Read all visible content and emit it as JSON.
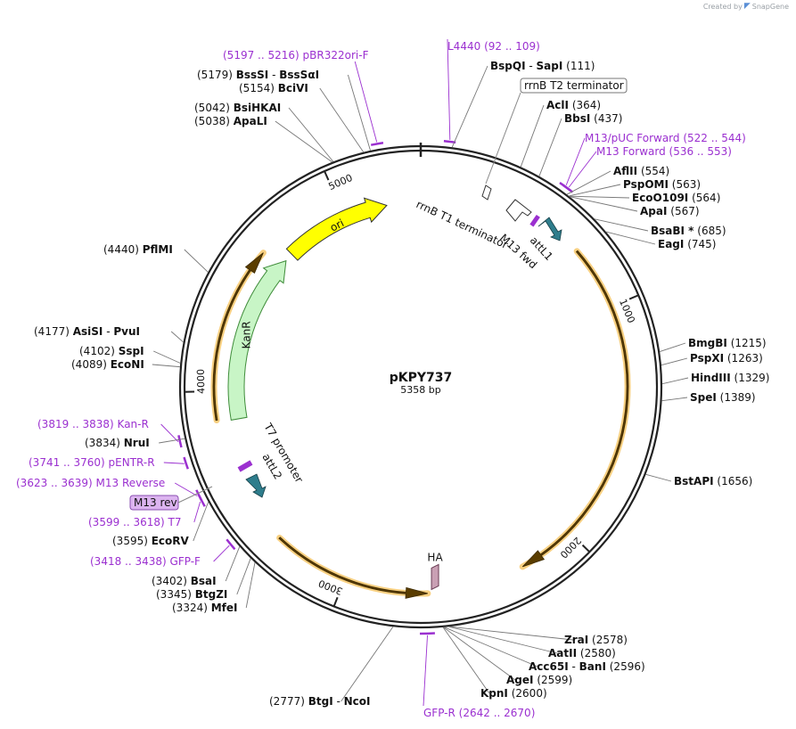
{
  "header": {
    "created_by": "Created by",
    "brand_name": "SnapGene"
  },
  "plasmid": {
    "name": "pKPY737",
    "length_label": "5358 bp",
    "length": 5358
  },
  "colors": {
    "backbone": "#222222",
    "primer": "#9b30d0",
    "primer_text": "#9b30d0",
    "enzyme_text": "#111111",
    "leader": "#777777",
    "orf_glow": "#f7c86b",
    "ori_fill": "#ffff00",
    "kanr_fill": "#c8f5c6",
    "att_fill": "#2e7d8c",
    "ha_fill": "#c9a0b4",
    "m13rev_fill": "#dcb4f0"
  },
  "ticks": [
    {
      "label": "1000",
      "pos": 1000
    },
    {
      "label": "2000",
      "pos": 2000
    },
    {
      "label": "3000",
      "pos": 3000
    },
    {
      "label": "4000",
      "pos": 4000
    },
    {
      "label": "5000",
      "pos": 5000
    }
  ],
  "enzymes": [
    {
      "id": "bsaqi-sapi",
      "name": "BspQI",
      "name2": "SapI",
      "pos": 111,
      "coord": "(111)"
    },
    {
      "id": "acli",
      "name": "AclI",
      "pos": 364,
      "coord": "(364)"
    },
    {
      "id": "bbsi",
      "name": "BbsI",
      "pos": 437,
      "coord": "(437)"
    },
    {
      "id": "aflii",
      "name": "AflII",
      "pos": 554,
      "coord": "(554)"
    },
    {
      "id": "pspomi",
      "name": "PspOMI",
      "pos": 563,
      "coord": "(563)"
    },
    {
      "id": "eco0109i",
      "name": "EcoO109I",
      "pos": 564,
      "coord": "(564)"
    },
    {
      "id": "apai",
      "name": "ApaI",
      "pos": 567,
      "coord": "(567)"
    },
    {
      "id": "bsabi",
      "name": "BsaBI *",
      "pos": 685,
      "coord": "(685)"
    },
    {
      "id": "eagi",
      "name": "EagI",
      "pos": 745,
      "coord": "(745)"
    },
    {
      "id": "bmgbi",
      "name": "BmgBI",
      "pos": 1215,
      "coord": "(1215)"
    },
    {
      "id": "pspxi",
      "name": "PspXI",
      "pos": 1263,
      "coord": "(1263)"
    },
    {
      "id": "hindiii",
      "name": "HindIII",
      "pos": 1329,
      "coord": "(1329)"
    },
    {
      "id": "spei",
      "name": "SpeI",
      "pos": 1389,
      "coord": "(1389)"
    },
    {
      "id": "bstapi",
      "name": "BstAPI",
      "pos": 1656,
      "coord": "(1656)"
    },
    {
      "id": "zrai",
      "name": "ZraI",
      "pos": 2578,
      "coord": "(2578)"
    },
    {
      "id": "aatii",
      "name": "AatII",
      "pos": 2580,
      "coord": "(2580)"
    },
    {
      "id": "acc65i-bani",
      "name": "Acc65I",
      "name2": "BanI",
      "pos": 2596,
      "coord": "(2596)"
    },
    {
      "id": "agei",
      "name": "AgeI",
      "pos": 2599,
      "coord": "(2599)"
    },
    {
      "id": "kpni",
      "name": "KpnI",
      "pos": 2600,
      "coord": "(2600)"
    },
    {
      "id": "btgi-ncoi",
      "name": "BtgI",
      "name2": "NcoI",
      "pos": 2777,
      "coord": "(2777)"
    },
    {
      "id": "mfei",
      "name": "MfeI",
      "pos": 3324,
      "coord": "(3324)"
    },
    {
      "id": "btgzi",
      "name": "BtgZI",
      "pos": 3345,
      "coord": "(3345)"
    },
    {
      "id": "bsai",
      "name": "BsaI",
      "pos": 3402,
      "coord": "(3402)"
    },
    {
      "id": "ecorv",
      "name": "EcoRV",
      "pos": 3595,
      "coord": "(3595)"
    },
    {
      "id": "nrui",
      "name": "NruI",
      "pos": 3834,
      "coord": "(3834)"
    },
    {
      "id": "econi",
      "name": "EcoNI",
      "pos": 4089,
      "coord": "(4089)"
    },
    {
      "id": "sspi",
      "name": "SspI",
      "pos": 4102,
      "coord": "(4102)"
    },
    {
      "id": "asisi-pvui",
      "name": "AsiSI",
      "name2": "PvuI",
      "pos": 4177,
      "coord": "(4177)"
    },
    {
      "id": "pflmi",
      "name": "PflMI",
      "pos": 4440,
      "coord": "(4440)"
    },
    {
      "id": "apali",
      "name": "ApaLI",
      "pos": 5038,
      "coord": "(5038)"
    },
    {
      "id": "bsihkai",
      "name": "BsiHKAI",
      "pos": 5042,
      "coord": "(5042)"
    },
    {
      "id": "bcivi",
      "name": "BciVI",
      "pos": 5154,
      "coord": "(5154)"
    },
    {
      "id": "bsssi-bssSai",
      "name": "BssSI",
      "name2": "BssSαI",
      "pos": 5179,
      "coord": "(5179)"
    }
  ],
  "primers": [
    {
      "id": "l4440",
      "name": "L4440",
      "coord": "(92 .. 109)",
      "start": 92,
      "end": 109
    },
    {
      "id": "m13-puc-forward",
      "name": "M13/pUC Forward",
      "coord": "(522 .. 544)",
      "start": 522,
      "end": 544
    },
    {
      "id": "m13-forward",
      "name": "M13 Forward",
      "coord": "(536 .. 553)",
      "start": 536,
      "end": 553
    },
    {
      "id": "gfp-r",
      "name": "GFP-R",
      "coord": "(2642 .. 2670)",
      "start": 2642,
      "end": 2670
    },
    {
      "id": "gfp-f",
      "name": "GFP-F",
      "coord": "(3418 .. 3438)",
      "start": 3418,
      "end": 3438
    },
    {
      "id": "t7",
      "name": "T7",
      "coord": "(3599 .. 3618)",
      "start": 3599,
      "end": 3618
    },
    {
      "id": "m13-reverse",
      "name": "M13 Reverse",
      "coord": "(3623 .. 3639)",
      "start": 3623,
      "end": 3639
    },
    {
      "id": "pentr-r",
      "name": "pENTR-R",
      "coord": "(3741 .. 3760)",
      "start": 3741,
      "end": 3760
    },
    {
      "id": "kan-r",
      "name": "Kan-R",
      "coord": "(3819 .. 3838)",
      "start": 3819,
      "end": 3838
    },
    {
      "id": "pbr322ori-f",
      "name": "pBR322ori-F",
      "coord": "(5197 .. 5216)",
      "start": 5197,
      "end": 5216
    }
  ],
  "features": [
    {
      "id": "ori",
      "label": "ori",
      "start": 4700,
      "end": 5200,
      "direction": "cw"
    },
    {
      "id": "kanr",
      "label": "KanR",
      "start": 3870,
      "end": 4660,
      "direction": "ccw"
    },
    {
      "id": "orf-right",
      "label": "",
      "start": 730,
      "end": 2240,
      "direction": "cw"
    },
    {
      "id": "orf-bottom",
      "label": "",
      "start": 2650,
      "end": 3320,
      "direction": "ccw"
    },
    {
      "id": "orf-left",
      "label": "",
      "start": 3880,
      "end": 4620,
      "direction": "cw"
    },
    {
      "id": "ha",
      "label": "HA",
      "start": 2595,
      "end": 2660,
      "direction": "ccw"
    }
  ],
  "inner_labels": {
    "rrnb_t1": "rrnB T1 terminator",
    "rrnb_t2": "rrnB T2 terminator",
    "m13_fwd": "M13 fwd",
    "attl1": "attL1",
    "t7_promoter": "T7 promoter",
    "attl2": "attL2",
    "m13_rev": "M13 rev"
  }
}
